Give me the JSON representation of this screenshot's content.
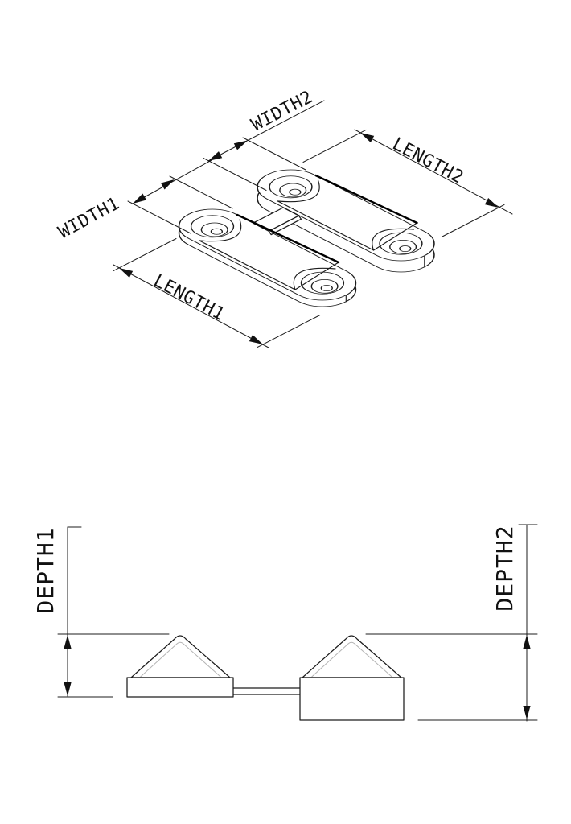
{
  "page": {
    "background": "#ffffff",
    "ink": "#1c1c1c"
  },
  "views": {
    "isometric": {
      "name": "isometric projection of two-piece fitting",
      "dimensions": {
        "width1": {
          "label": "WIDTH1"
        },
        "width2": {
          "label": "WIDTH2"
        },
        "length1": {
          "label": "LENGTH1"
        },
        "length2": {
          "label": "LENGTH2"
        }
      }
    },
    "elevation": {
      "name": "side elevation of two-piece fitting",
      "dimensions": {
        "depth1": {
          "label": "DEPTH1"
        },
        "depth2": {
          "label": "DEPTH2"
        }
      }
    }
  }
}
